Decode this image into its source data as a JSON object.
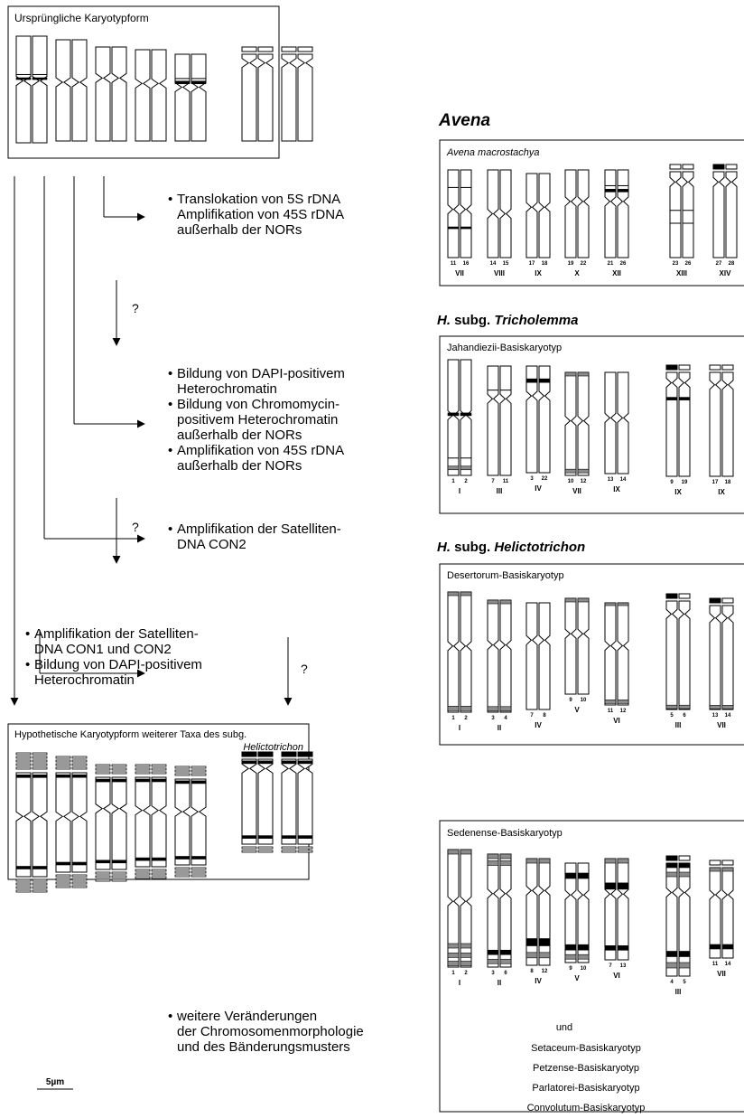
{
  "colors": {
    "ink": "#000000",
    "paper": "#ffffff",
    "band_gray": "#8c8c8c",
    "band_dark": "#000000"
  },
  "scale_bar": {
    "label": "5µm"
  },
  "left_panel": {
    "original_box": {
      "title": "Ursprüngliche Karyotypform"
    },
    "hypothetical_box": {
      "title_line1": "Hypothetische Karyotypform weiterer Taxa des subg.",
      "title_line2": "Helictotrichon"
    },
    "question_mark": "?",
    "annotations": [
      {
        "lines": [
          "Translokation von 5S rDNA",
          "Amplifikation von 45S rDNA",
          "außerhalb der NORs"
        ]
      },
      {
        "lines": [
          "Bildung von DAPI-positivem",
          "Heterochromatin",
          "Bildung von Chromomycin-",
          "positivem Heterochromatin",
          "außerhalb der NORs",
          "Amplifikation von 45S rDNA",
          "außerhalb der NORs"
        ]
      },
      {
        "lines": [
          "Amplifikation der Satelliten-",
          "DNA CON2"
        ]
      },
      {
        "lines": [
          "Amplifikation der Satelliten-",
          "DNA CON1 und CON2",
          "Bildung von DAPI-positivem",
          "Heterochromatin"
        ]
      },
      {
        "lines": [
          "weitere Veränderungen",
          "der Chromosomenmorphologie",
          "und des Bänderungsmusters"
        ]
      }
    ]
  },
  "right_panel": {
    "avena": {
      "heading": "Avena",
      "box_title": "Avena macrostachya",
      "pair_numbers": [
        [
          "11",
          "16"
        ],
        [
          "14",
          "15"
        ],
        [
          "17",
          "18"
        ],
        [
          "19",
          "22"
        ],
        [
          "21",
          "26"
        ],
        [
          "23",
          "26"
        ],
        [
          "27",
          "28"
        ]
      ],
      "romans": [
        "VII",
        "VIII",
        "IX",
        "X",
        "XII",
        "XIII",
        "XIV"
      ]
    },
    "tricholemma": {
      "heading_prefix": "H.",
      "heading_mid": " subg. ",
      "heading_name": "Tricholemma",
      "box_title": "Jahandiezii-Basiskaryotyp",
      "pair_numbers": [
        [
          "1",
          "2"
        ],
        [
          "7",
          "11"
        ],
        [
          "3",
          "22"
        ],
        [
          "10",
          "12"
        ],
        [
          "13",
          "14"
        ],
        [
          "9",
          "19"
        ],
        [
          "17",
          "18"
        ]
      ],
      "romans": [
        "I",
        "III",
        "IV",
        "VII",
        "IX",
        "IX",
        "IX"
      ]
    },
    "helictotrichon": {
      "heading_prefix": "H.",
      "heading_mid": " subg. ",
      "heading_name": "Helictotrichon",
      "box_title": "Desertorum-Basiskaryotyp",
      "pair_numbers": [
        [
          "1",
          "2"
        ],
        [
          "3",
          "4"
        ],
        [
          "7",
          "8"
        ],
        [
          "9",
          "10"
        ],
        [
          "11",
          "12"
        ],
        [
          "5",
          "6"
        ],
        [
          "13",
          "14"
        ]
      ],
      "romans": [
        "I",
        "II",
        "IV",
        "V",
        "VI",
        "III",
        "VII"
      ]
    },
    "sedenense": {
      "box_title": "Sedenense-Basiskaryotyp",
      "pair_numbers": [
        [
          "1",
          "2"
        ],
        [
          "3",
          "6"
        ],
        [
          "8",
          "12"
        ],
        [
          "9",
          "10"
        ],
        [
          "7",
          "13"
        ],
        [
          "4",
          "5"
        ],
        [
          "11",
          "14"
        ]
      ],
      "romans": [
        "I",
        "II",
        "IV",
        "V",
        "VI",
        "III",
        "VII"
      ],
      "and_label": "und",
      "other_karyotypes": [
        "Setaceum-Basiskaryotyp",
        "Petzense-Basiskaryotyp",
        "Parlatorei-Basiskaryotyp",
        "Convolutum-Basiskaryotyp"
      ]
    }
  }
}
